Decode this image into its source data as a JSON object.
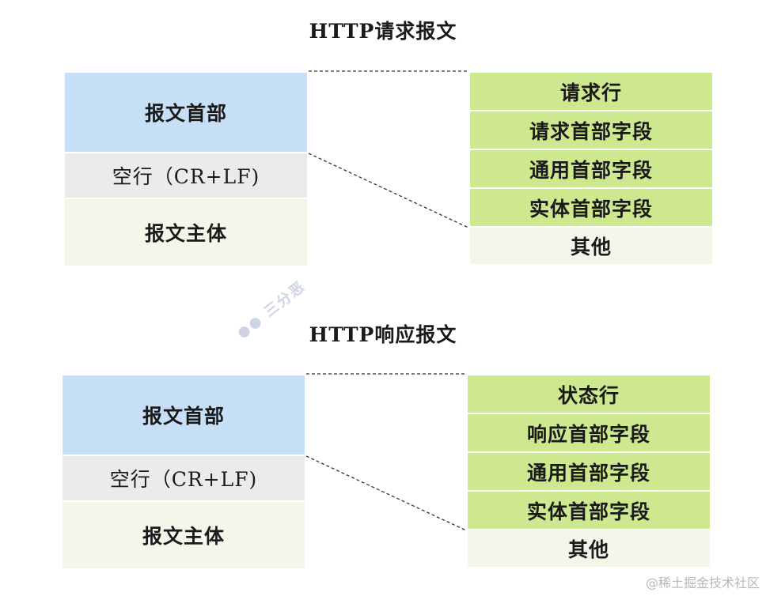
{
  "request": {
    "title": "HTTP请求报文",
    "left": [
      "报文首部",
      "空行（CR+LF)",
      "报文主体"
    ],
    "right": [
      "请求行",
      "请求首部字段",
      "通用首部字段",
      "实体首部字段",
      "其他"
    ]
  },
  "response": {
    "title": "HTTP响应报文",
    "left": [
      "报文首部",
      "空行（CR+LF)",
      "报文主体"
    ],
    "right": [
      "状态行",
      "响应首部字段",
      "通用首部字段",
      "实体首部字段",
      "其他"
    ]
  },
  "watermark": "三分恶",
  "credit": "@稀土掘金技术社区",
  "colors": {
    "header": "#c7dff7",
    "blank_line": "#ebebeb",
    "body": "#f6f5e9",
    "fields": "#cde88f"
  }
}
